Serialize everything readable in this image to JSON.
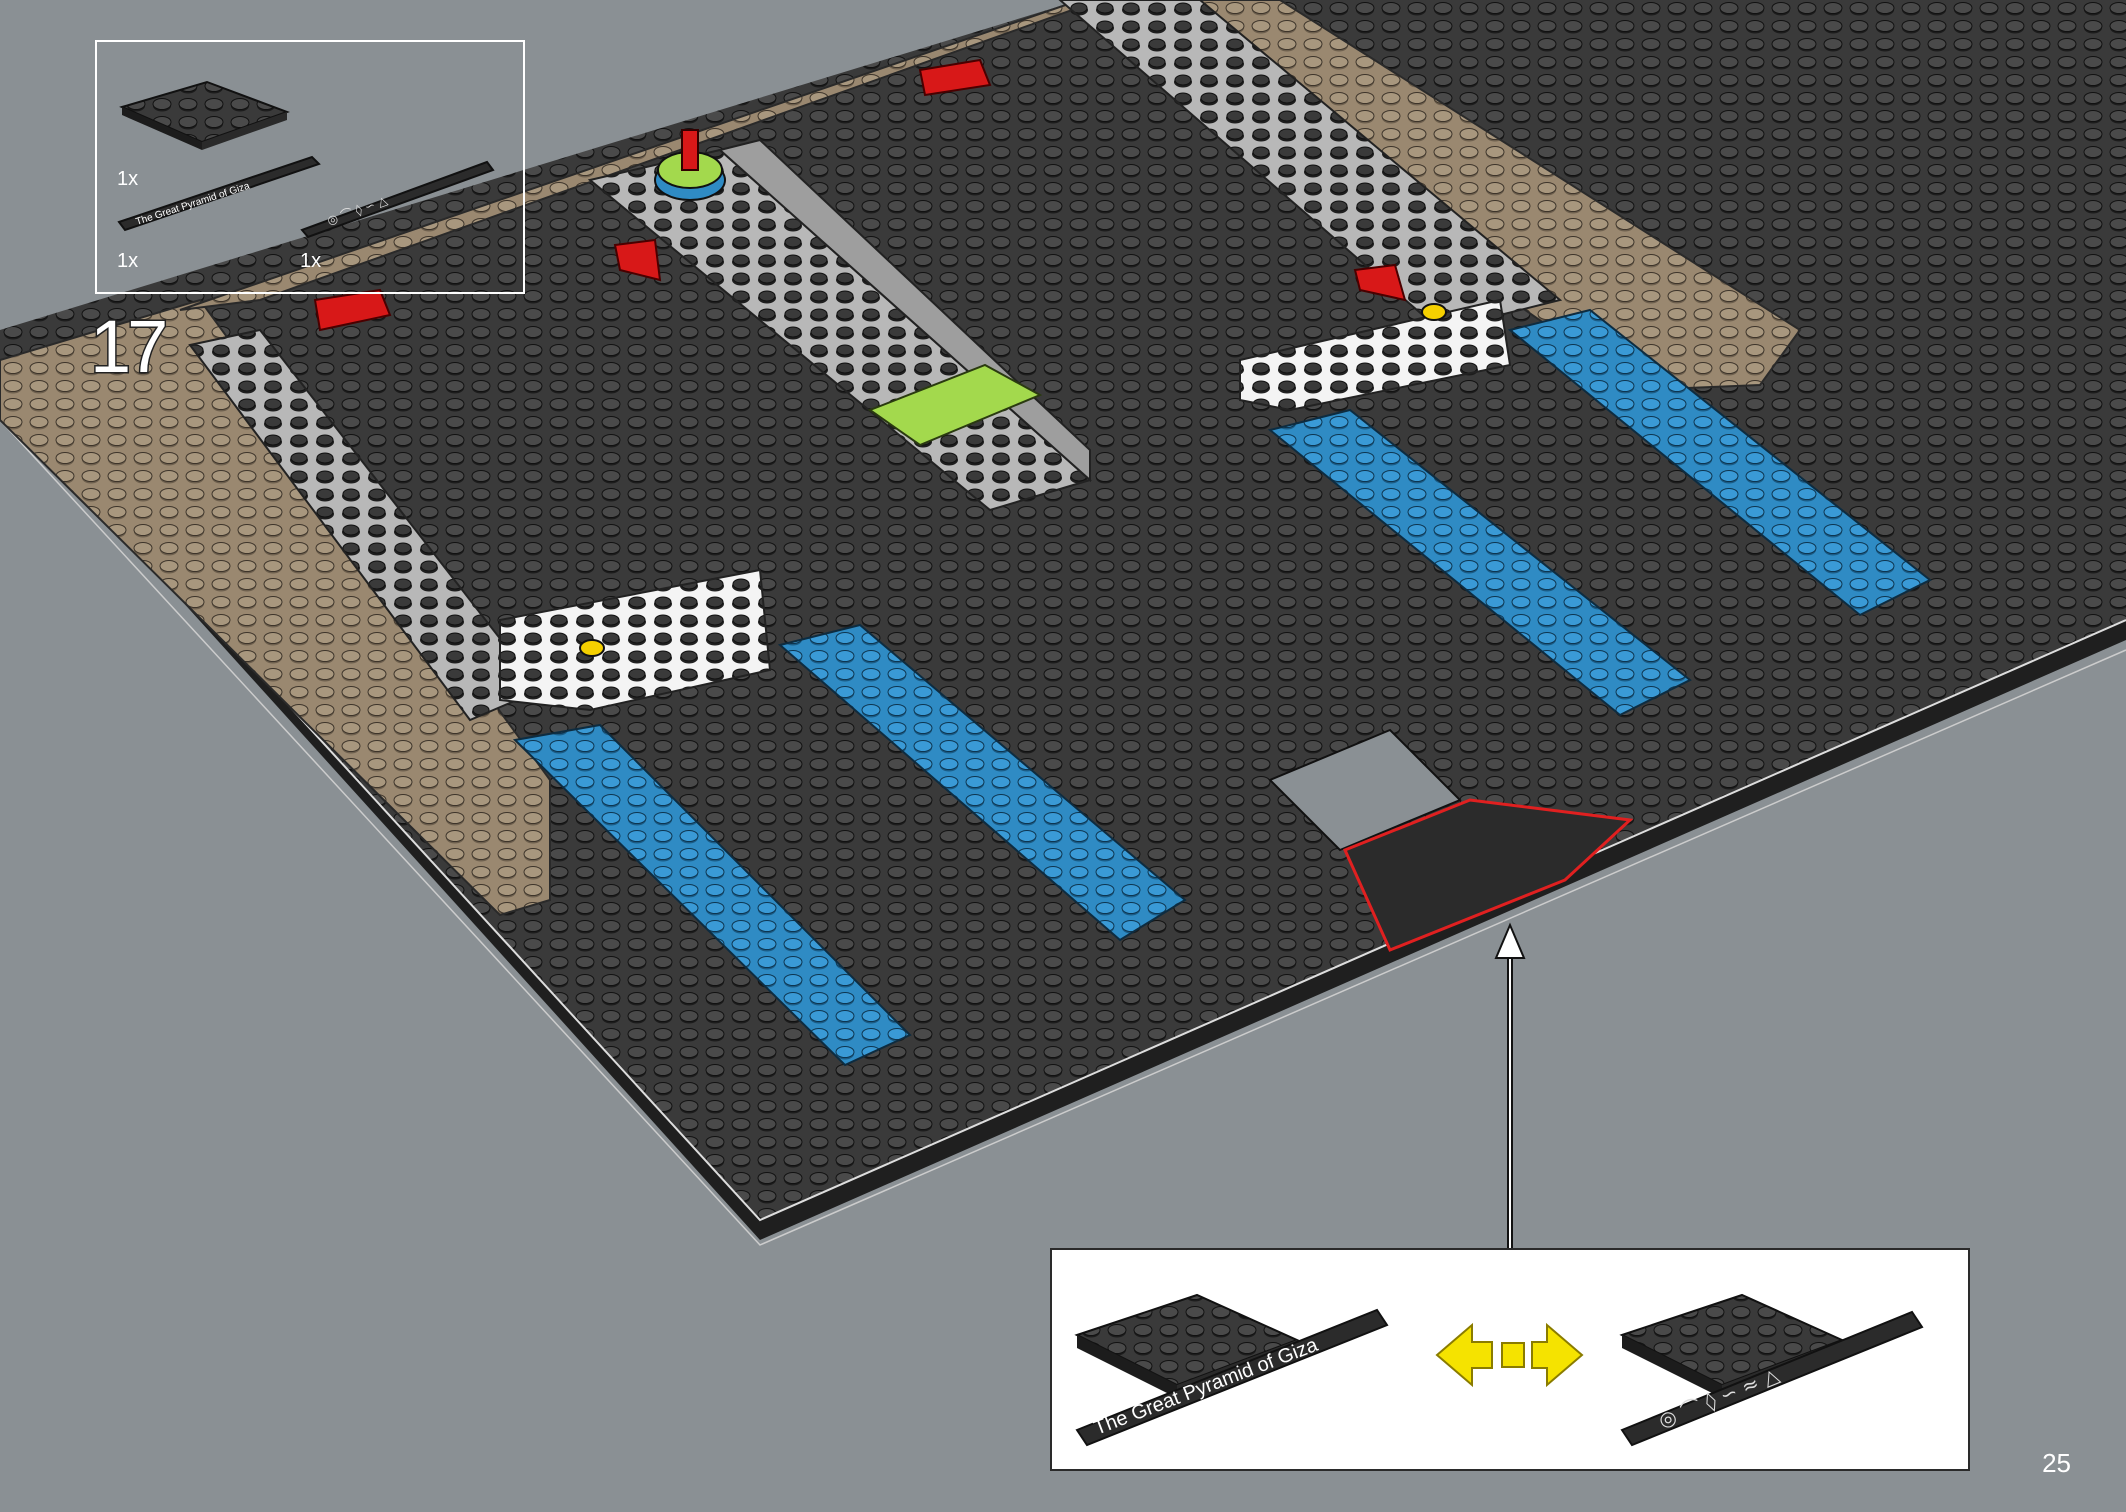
{
  "step": {
    "number": "17"
  },
  "parts": [
    {
      "part": "black 4x4 plate",
      "qty": "1x"
    },
    {
      "part": "printed tile",
      "qty": "1x",
      "print": "The Great Pyramid of Giza"
    },
    {
      "part": "printed tile hieroglyphs",
      "qty": "1x"
    }
  ],
  "callout": {
    "tile_text": "The Great Pyramid of Giza",
    "swap_icon": "double-arrow-icon"
  },
  "page": {
    "number": "25"
  },
  "colors": {
    "background": "#8a9094",
    "black": "#2b2b2b",
    "tan": "#9a8870",
    "gray": "#bdbdbd",
    "blue": "#2f8bc4",
    "lime": "#9fd44a",
    "red": "#d81818",
    "yellow": "#f5e300"
  }
}
